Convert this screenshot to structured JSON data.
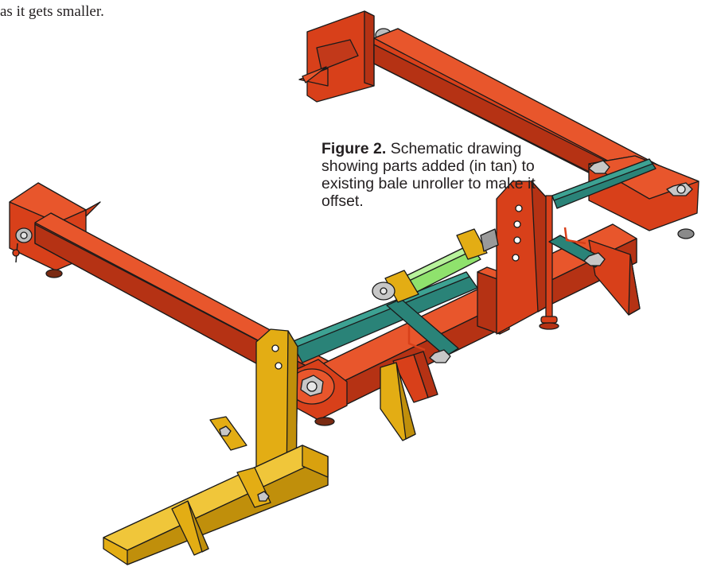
{
  "body_text_fragment": "as it gets smaller.",
  "figure": {
    "label": "Figure 2.",
    "caption": " Schematic drawing showing parts added (in tan) to existing bale unroller to make it offset."
  },
  "colors": {
    "existing_frame": "#d8401a",
    "added_parts_tan": "#e3ad14",
    "arms": "#2a8378",
    "cylinder": "#8fe26d",
    "outline": "#1a1a1a"
  }
}
